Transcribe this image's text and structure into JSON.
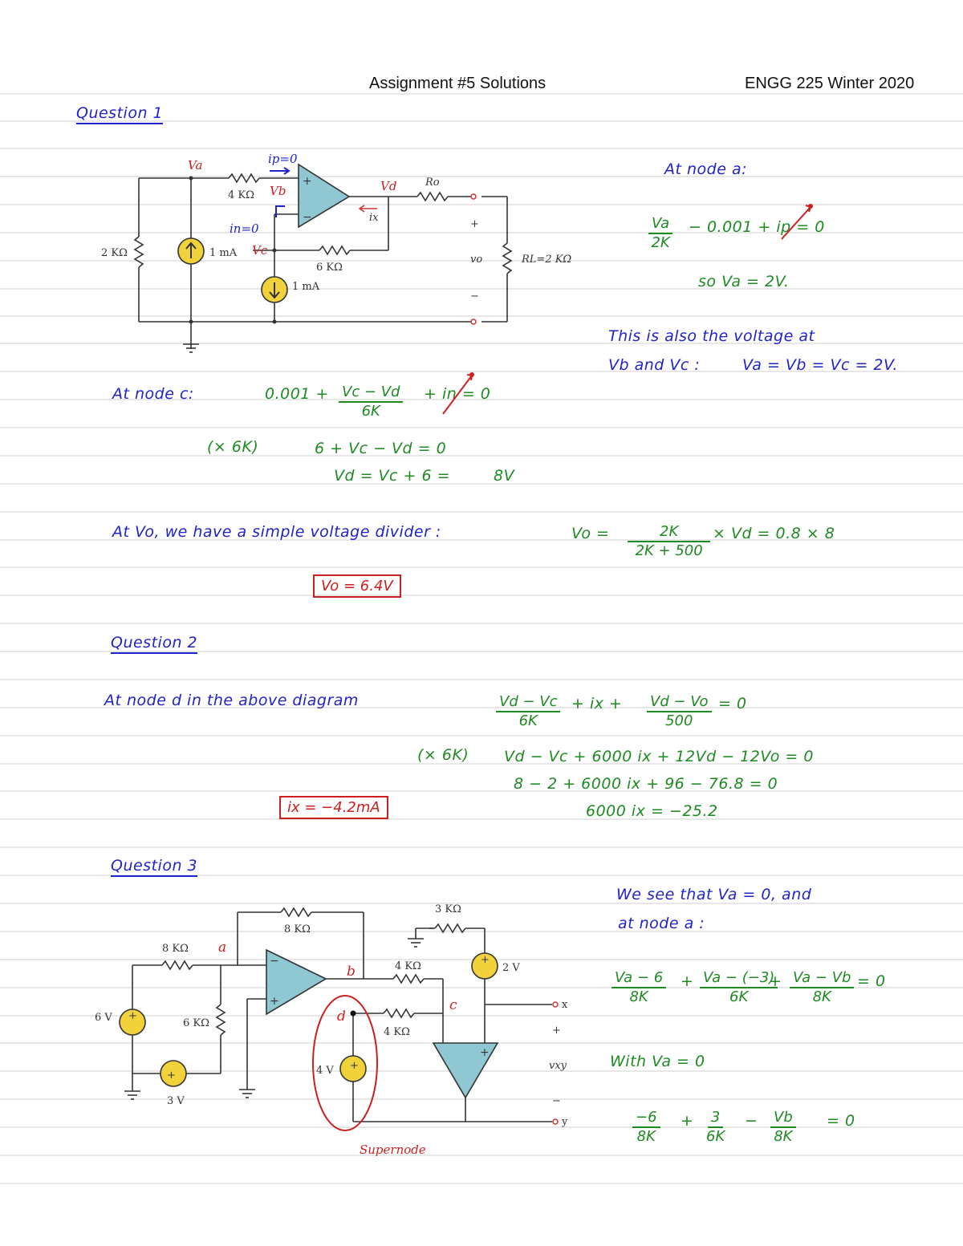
{
  "header": {
    "center": "Assignment #5 Solutions",
    "right": "ENGG 225 Winter 2020"
  },
  "q1": {
    "title": "Question 1",
    "circuit": {
      "va": "Va",
      "vb": "Vb",
      "vc": "Vc",
      "vd": "Vd",
      "ip": "ip=0",
      "in": "in=0",
      "r_4k": "4 KΩ",
      "r_2k": "2 KΩ",
      "r_6k": "6 KΩ",
      "src1": "1 mA",
      "src2": "1 mA",
      "ro": "Ro",
      "ix": "ix",
      "plus": "+",
      "minus": "−",
      "vo": "vo",
      "rl": "RL=2 KΩ"
    },
    "node_a_title": "At node a:",
    "node_a_num": "Va",
    "node_a_den": "2K",
    "node_a_rest": "− 0.001 + ip = 0",
    "so_va": "so  Va = 2V.",
    "also1": "This is also the voltage at",
    "also2": "Vb and Vc :",
    "also3": "Va = Vb = Vc = 2V.",
    "node_c_title": "At node c:",
    "node_c_lead": "0.001 +",
    "node_c_num": "Vc − Vd",
    "node_c_den": "6K",
    "node_c_rest": "+ in = 0",
    "mult_6k": "(× 6K)",
    "eq_c2": "6 + Vc − Vd = 0",
    "eq_c3": "Vd = Vc + 6 =",
    "eq_c3_val": "8V",
    "vo_text": "At Vo, we have a simple voltage divider :",
    "vo_lead": "Vo =",
    "vo_num": "2K",
    "vo_den": "2K + 500",
    "vo_rest": "× Vd = 0.8 × 8",
    "vo_answer": "Vo = 6.4V"
  },
  "q2": {
    "title": "Question 2",
    "text": "At node d in the above diagram",
    "f1_num": "Vd − Vc",
    "f1_den": "6K",
    "mid": "+ ix +",
    "f2_num": "Vd − Vo",
    "f2_den": "500",
    "eq_zero": "= 0",
    "mult": "(× 6K)",
    "eq2": "Vd − Vc + 6000 ix + 12Vd − 12Vo = 0",
    "eq3": "8 − 2 + 6000 ix + 96 − 76.8 = 0",
    "eq4": "6000 ix = −25.2",
    "answer": "ix = −4.2mA"
  },
  "q3": {
    "title": "Question 3",
    "circuit": {
      "r8k_top": "8 KΩ",
      "r8k": "8 KΩ",
      "r6k": "6 KΩ",
      "r3k": "3 KΩ",
      "r4k_b": "4 KΩ",
      "r4k_d": "4 KΩ",
      "v6": "6 V",
      "v3": "3 V",
      "v2": "2 V",
      "v4": "4 V",
      "a": "a",
      "b": "b",
      "c": "c",
      "d": "d",
      "x": "x",
      "y": "y",
      "vxy": "vxy",
      "plus": "+",
      "minus": "−",
      "supernode": "Supernode"
    },
    "see1": "We see that Va = 0, and",
    "see2": "at node a :",
    "f1_num": "Va − 6",
    "f1_den": "8K",
    "f2_num": "Va − (−3)",
    "f2_den": "6K",
    "f3_num": "Va − Vb",
    "f3_den": "8K",
    "plus": "+",
    "eq_zero": "= 0",
    "with": "With  Va = 0",
    "g1_num": "−6",
    "g1_den": "8K",
    "g2_num": "3",
    "g2_den": "6K",
    "minus": "−",
    "g3_num": "Vb",
    "g3_den": "8K"
  }
}
